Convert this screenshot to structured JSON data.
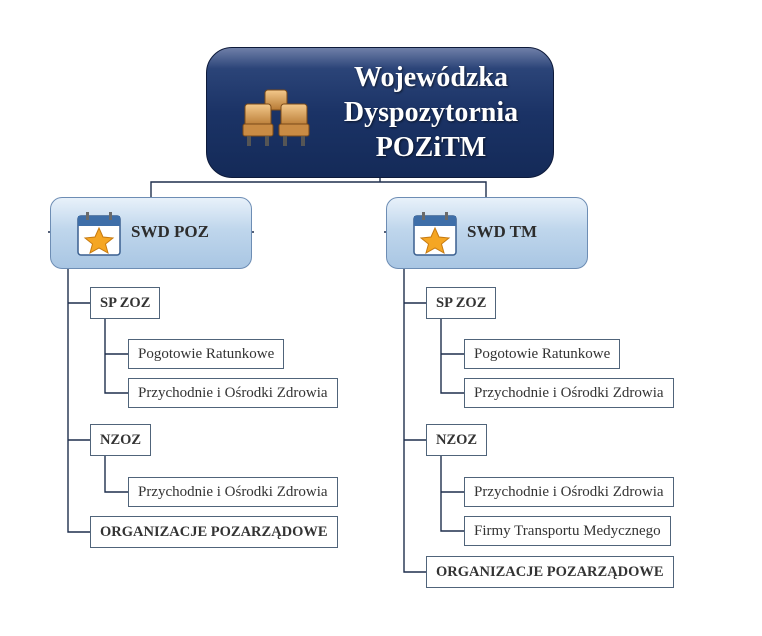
{
  "root": {
    "title_lines": [
      "Wojewódzka",
      "Dyspozytornia",
      "POZiTM"
    ],
    "icon": "seats-icon"
  },
  "branches": [
    {
      "label": "SWD POZ",
      "icon": "calendar-star-icon",
      "sp_zoz": {
        "label": "SP ZOZ",
        "items": [
          "Pogotowie Ratunkowe",
          "Przychodnie i Ośrodki Zdrowia"
        ]
      },
      "nzoz": {
        "label": "NZOZ",
        "items": [
          "Przychodnie i Ośrodki Zdrowia"
        ]
      },
      "ngo": {
        "label": "ORGANIZACJE POZARZĄDOWE"
      }
    },
    {
      "label": "SWD TM",
      "icon": "calendar-star-icon",
      "sp_zoz": {
        "label": "SP ZOZ",
        "items": [
          "Pogotowie Ratunkowe",
          "Przychodnie i Ośrodki Zdrowia"
        ]
      },
      "nzoz": {
        "label": "NZOZ",
        "items": [
          "Przychodnie i Ośrodki Zdrowia",
          "Firmy Transportu Medycznego"
        ]
      },
      "ngo": {
        "label": "ORGANIZACJE POZARZĄDOWE"
      }
    }
  ],
  "colors": {
    "root_fill": "#1b3366",
    "branch_fill": "#bfd6ec",
    "connector": "#1e2f4d"
  }
}
